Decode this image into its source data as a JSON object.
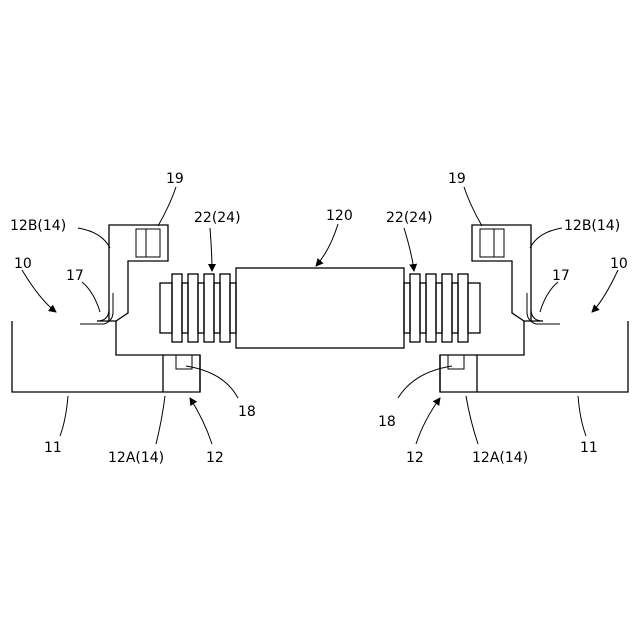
{
  "labels": {
    "l19": "19",
    "r19": "19",
    "l12b": "12B(14)",
    "r12b": "12B(14)",
    "l22": "22(24)",
    "r22": "22(24)",
    "c120": "120",
    "l10": "10",
    "r10": "10",
    "l17": "17",
    "r17": "17",
    "l11": "11",
    "r11": "11",
    "l12a": "12A(14)",
    "r12a": "12A(14)",
    "l12": "12",
    "r12": "12",
    "l18": "18",
    "r18": "18"
  }
}
